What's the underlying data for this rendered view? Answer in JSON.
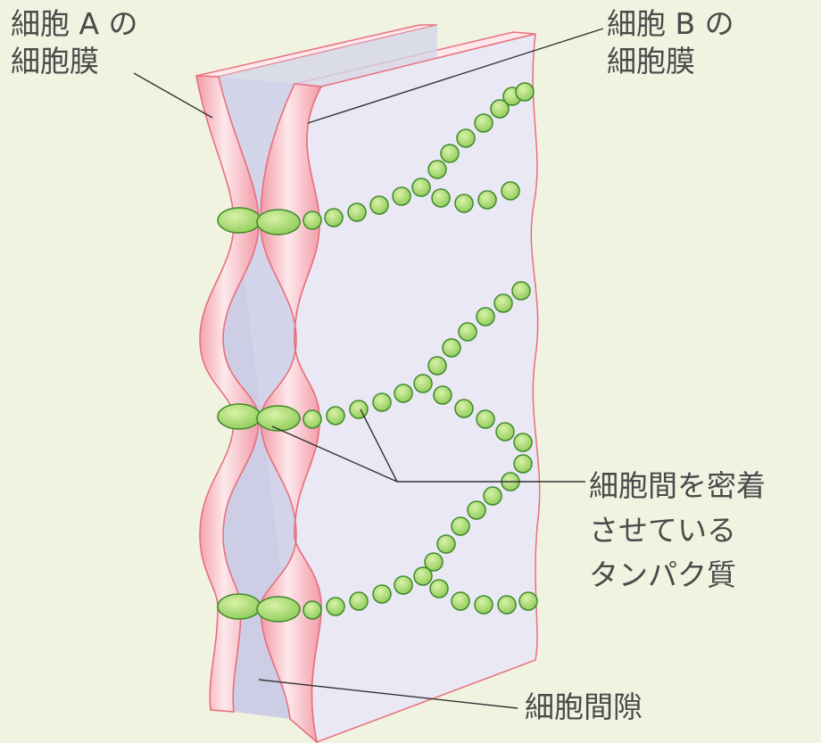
{
  "labels": {
    "cell_a_membrane": [
      "細胞 A の",
      "細胞膜"
    ],
    "cell_b_membrane": [
      "細胞 B の",
      "細胞膜"
    ],
    "adhesion_protein": [
      "細胞間を密着",
      "させている",
      "タンパク質"
    ],
    "intercellular_gap": [
      "細胞間隙"
    ]
  },
  "colors": {
    "background": "#f1f3e1",
    "membrane_fill": "#f7bcc4",
    "membrane_highlight": "#fde8eb",
    "membrane_edge": "#e86f7c",
    "gap_fill": "#cdcee6",
    "face_fill": "#e9e8f4",
    "protein_fill": "#a8db6f",
    "protein_edge": "#3f8a2a",
    "leader_line": "#333333",
    "text": "#4a4a4a"
  }
}
